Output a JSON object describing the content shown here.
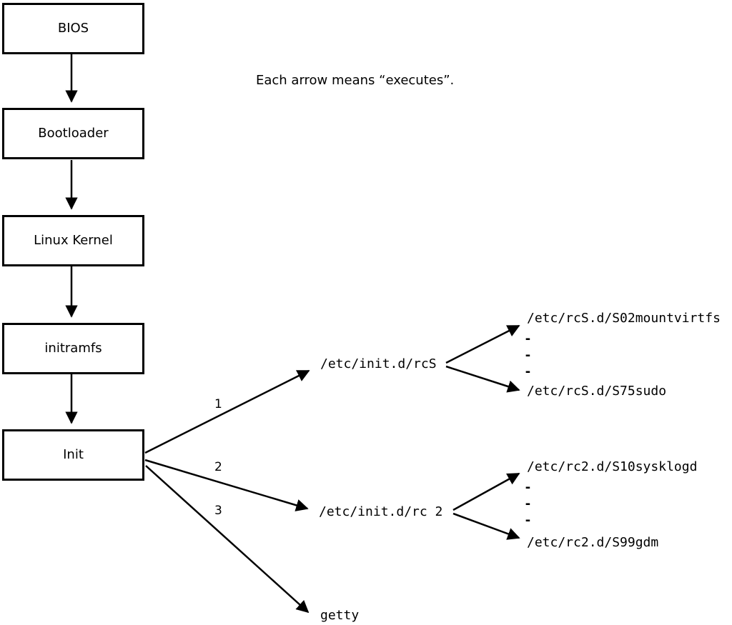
{
  "diagram": {
    "caption": "Each arrow means “executes”.",
    "boot_chain": [
      {
        "label": "BIOS"
      },
      {
        "label": "Bootloader"
      },
      {
        "label": "Linux Kernel"
      },
      {
        "label": "initramfs"
      },
      {
        "label": "Init"
      }
    ],
    "branches": [
      {
        "number": "1",
        "target": "/etc/init.d/rcS",
        "first_child": "/etc/rcS.d/S02mountvirtfs",
        "last_child": "/etc/rcS.d/S75sudo",
        "ellipsis": [
          "-",
          "-",
          "-"
        ]
      },
      {
        "number": "2",
        "target": "/etc/init.d/rc 2",
        "first_child": "/etc/rc2.d/S10sysklogd",
        "last_child": "/etc/rc2.d/S99gdm",
        "ellipsis": [
          "-",
          "-",
          "-"
        ]
      },
      {
        "number": "3",
        "target": "getty"
      }
    ],
    "colors": {
      "line": "#000000",
      "background": "#ffffff"
    }
  }
}
